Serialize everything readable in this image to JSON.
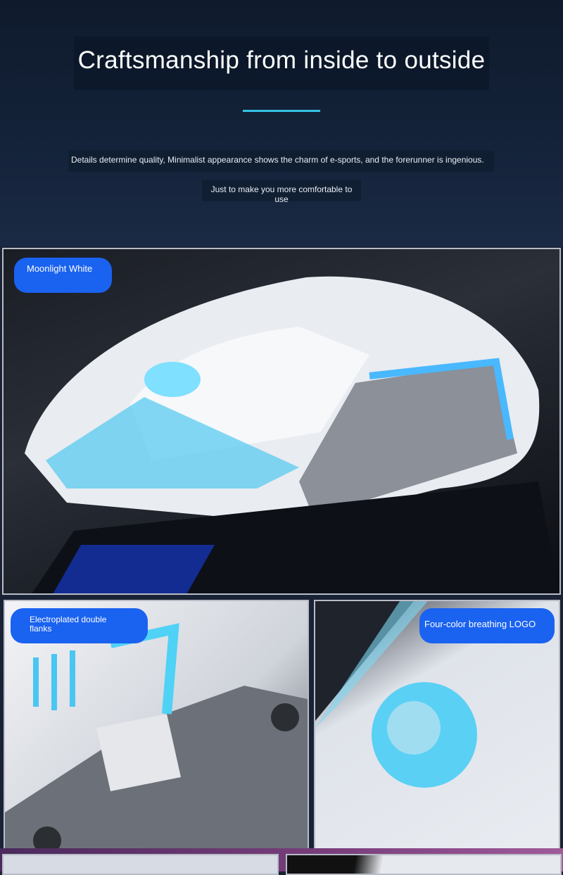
{
  "header": {
    "title": "Craftsmanship from inside to outside",
    "subtitle_1": "Details determine quality, Minimalist appearance shows the charm of e-sports, and the forerunner is ingenious.",
    "subtitle_2": "Just to make you more comfortable to use",
    "accent_color": "#35c2e6"
  },
  "features": [
    {
      "label": "Moonlight White"
    },
    {
      "label": "Electroplated double flanks"
    },
    {
      "label": "Four-color breathing LOGO"
    }
  ],
  "badge_color": "#1a62f0"
}
